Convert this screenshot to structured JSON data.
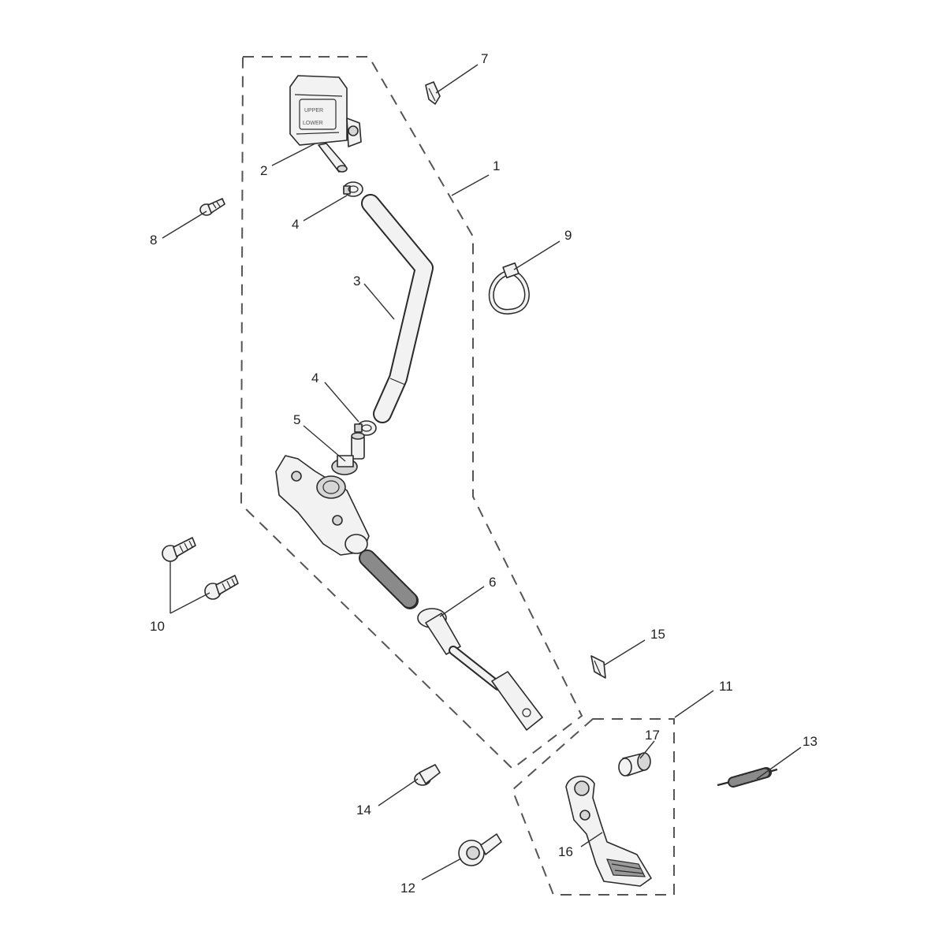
{
  "callouts": {
    "c1": "1",
    "c2": "2",
    "c3": "3",
    "c4a": "4",
    "c4b": "4",
    "c5": "5",
    "c6": "6",
    "c7": "7",
    "c8": "8",
    "c9": "9",
    "c10": "10",
    "c11": "11",
    "c12": "12",
    "c13": "13",
    "c14": "14",
    "c15": "15",
    "c16": "16",
    "c17": "17"
  },
  "reservoir_markings": {
    "upper": "UPPER",
    "lower": "LOWER"
  },
  "colors": {
    "line": "#2a2a2a",
    "outline": "#555555",
    "part_fill": "#f2f2f2",
    "background": "#ffffff"
  }
}
